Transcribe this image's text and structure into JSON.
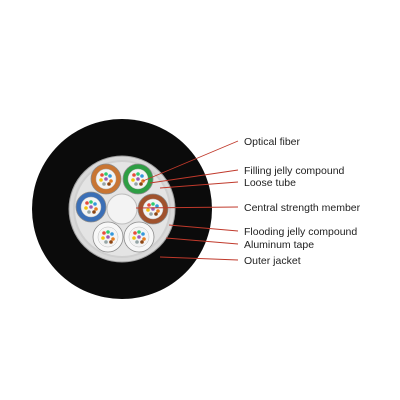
{
  "diagram": {
    "labels": [
      {
        "id": "optical-fiber",
        "text": "Optical fiber"
      },
      {
        "id": "filling-jelly-compound",
        "text": "Filling jelly compound"
      },
      {
        "id": "loose-tube",
        "text": "Loose tube"
      },
      {
        "id": "central-strength-member",
        "text": "Central strength member"
      },
      {
        "id": "flooding-jelly-compound",
        "text": "Flooding jelly compound"
      },
      {
        "id": "aluminum-tape",
        "text": "Aluminum tape"
      },
      {
        "id": "outer-jacket",
        "text": "Outer jacket"
      }
    ],
    "colors": {
      "outer_jacket": "#0b0b0b",
      "aluminum_tape": "#d9d9d9",
      "flooding_jelly": "#c8c8c8",
      "inner_core": "#e9e9e9",
      "central_member": "#f2f2f2",
      "leader_line": "#c0392b",
      "tube_colors": [
        "#c87533",
        "#2e9e44",
        "#3b6fb6",
        "#a0522d",
        "#f7f7f7",
        "#f7f7f7"
      ]
    }
  }
}
